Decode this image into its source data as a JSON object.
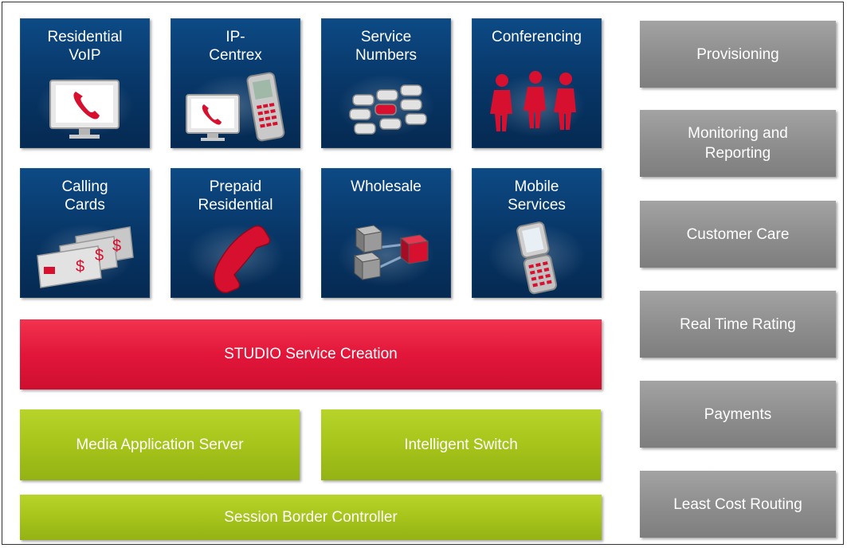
{
  "tiles": [
    {
      "label": "Residential\nVoIP",
      "icon": "monitor-phone-icon"
    },
    {
      "label": "IP-\nCentrex",
      "icon": "monitor-handset-icon"
    },
    {
      "label": "Service\nNumbers",
      "icon": "keypad-buttons-icon"
    },
    {
      "label": "Conferencing",
      "icon": "people-group-icon"
    },
    {
      "label": "Calling\nCards",
      "icon": "calling-cards-icon"
    },
    {
      "label": "Prepaid\nResidential",
      "icon": "red-phone-handset-icon"
    },
    {
      "label": "Wholesale",
      "icon": "connected-cubes-icon"
    },
    {
      "label": "Mobile\nServices",
      "icon": "flip-phone-icon"
    }
  ],
  "bars": {
    "studio": "STUDIO Service Creation",
    "media_server": "Media Application Server",
    "intelligent_switch": "Intelligent Switch",
    "sbc": "Session Border Controller"
  },
  "side_services": [
    "Provisioning",
    "Monitoring and\nReporting",
    "Customer Care",
    "Real Time Rating",
    "Payments",
    "Least Cost Routing"
  ],
  "colors": {
    "tile_blue": "#073565",
    "studio_red": "#e2163a",
    "platform_green": "#a6c41a",
    "service_gray": "#8d8d8d",
    "icon_red": "#d6102e"
  }
}
